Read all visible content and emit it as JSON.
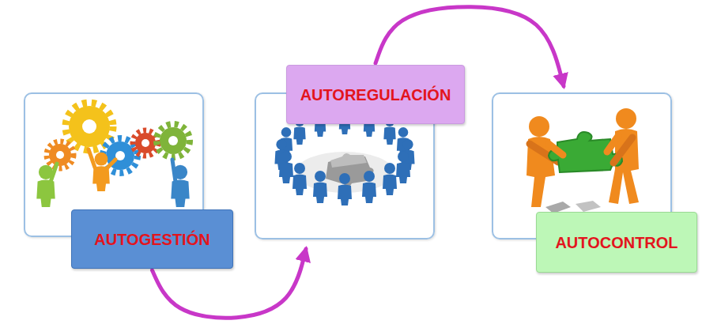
{
  "diagram": {
    "nodes": [
      {
        "text": [
          "AUTOGESTIÓN"
        ]
      },
      {
        "text": [
          "AUTOREGULACIÓN"
        ]
      },
      {
        "text": [
          "AUTOCONTROL"
        ]
      }
    ],
    "edges": [
      {
        "from": 0,
        "to": 1,
        "arrow": "to"
      },
      {
        "from": 1,
        "to": 2,
        "arrow": "to"
      }
    ]
  }
}
